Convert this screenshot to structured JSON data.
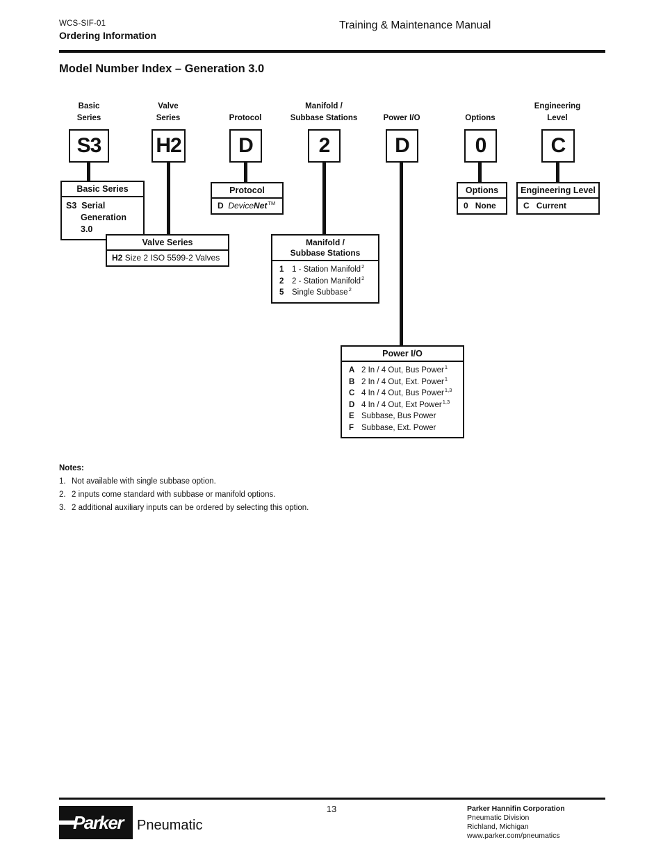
{
  "header": {
    "doc_code": "WCS-SIF-01",
    "section_title": "Ordering Information",
    "manual_title": "Training & Maintenance Manual"
  },
  "page_title": "Model Number Index – Generation 3.0",
  "model_code": {
    "columns": [
      {
        "heading": "Basic\nSeries",
        "code": "S3"
      },
      {
        "heading": "Valve\nSeries",
        "code": "H2"
      },
      {
        "heading": "Protocol",
        "code": "D"
      },
      {
        "heading": "Manifold /\nSubbase Stations",
        "code": "2"
      },
      {
        "heading": "Power I/O",
        "code": "D"
      },
      {
        "heading": "Options",
        "code": "0"
      },
      {
        "heading": "Engineering\nLevel",
        "code": "C"
      }
    ]
  },
  "basic_series": {
    "title": "Basic Series",
    "code": "S3",
    "line1": "Serial",
    "line2": "Generation 3.0"
  },
  "valve_series": {
    "title": "Valve Series",
    "code": "H2",
    "desc": "Size 2 ISO 5599-2 Valves"
  },
  "protocol": {
    "title": "Protocol",
    "code": "D",
    "name_italic": "Device",
    "name_bold": "Net",
    "trademark": "TM"
  },
  "manifold": {
    "title": "Manifold /\nSubbase Stations",
    "rows": [
      {
        "code": "1",
        "desc": "1 - Station Manifold",
        "sup": "2"
      },
      {
        "code": "2",
        "desc": "2 - Station Manifold",
        "sup": "2"
      },
      {
        "code": "5",
        "desc": "Single Subbase",
        "sup": "2"
      }
    ]
  },
  "power_io": {
    "title": "Power I/O",
    "rows": [
      {
        "code": "A",
        "desc": "2 In / 4 Out, Bus Power",
        "sup": "1"
      },
      {
        "code": "B",
        "desc": "2 In / 4 Out, Ext. Power",
        "sup": "1"
      },
      {
        "code": "C",
        "desc": "4 In / 4 Out, Bus Power",
        "sup": "1,3"
      },
      {
        "code": "D",
        "desc": "4 In / 4 Out, Ext Power",
        "sup": "1,3"
      },
      {
        "code": "E",
        "desc": "Subbase, Bus Power",
        "sup": ""
      },
      {
        "code": "F",
        "desc": "Subbase, Ext. Power",
        "sup": ""
      }
    ]
  },
  "options": {
    "title": "Options",
    "code": "0",
    "desc": "None"
  },
  "engineering_level": {
    "title": "Engineering Level",
    "code": "C",
    "desc": "Current"
  },
  "notes": {
    "title": "Notes:",
    "items": [
      {
        "num": "1.",
        "text": "Not available with single subbase option."
      },
      {
        "num": "2.",
        "text": "2 inputs come standard with subbase or manifold options."
      },
      {
        "num": "3.",
        "text": "2 additional auxiliary inputs can be ordered by selecting this option."
      }
    ]
  },
  "footer": {
    "page_number": "13",
    "logo_brand": "Parker",
    "logo_division": "Pneumatic",
    "company": "Parker Hannifin Corporation",
    "division": "Pneumatic Division",
    "location": "Richland, Michigan",
    "website": "www.parker.com/pneumatics"
  }
}
